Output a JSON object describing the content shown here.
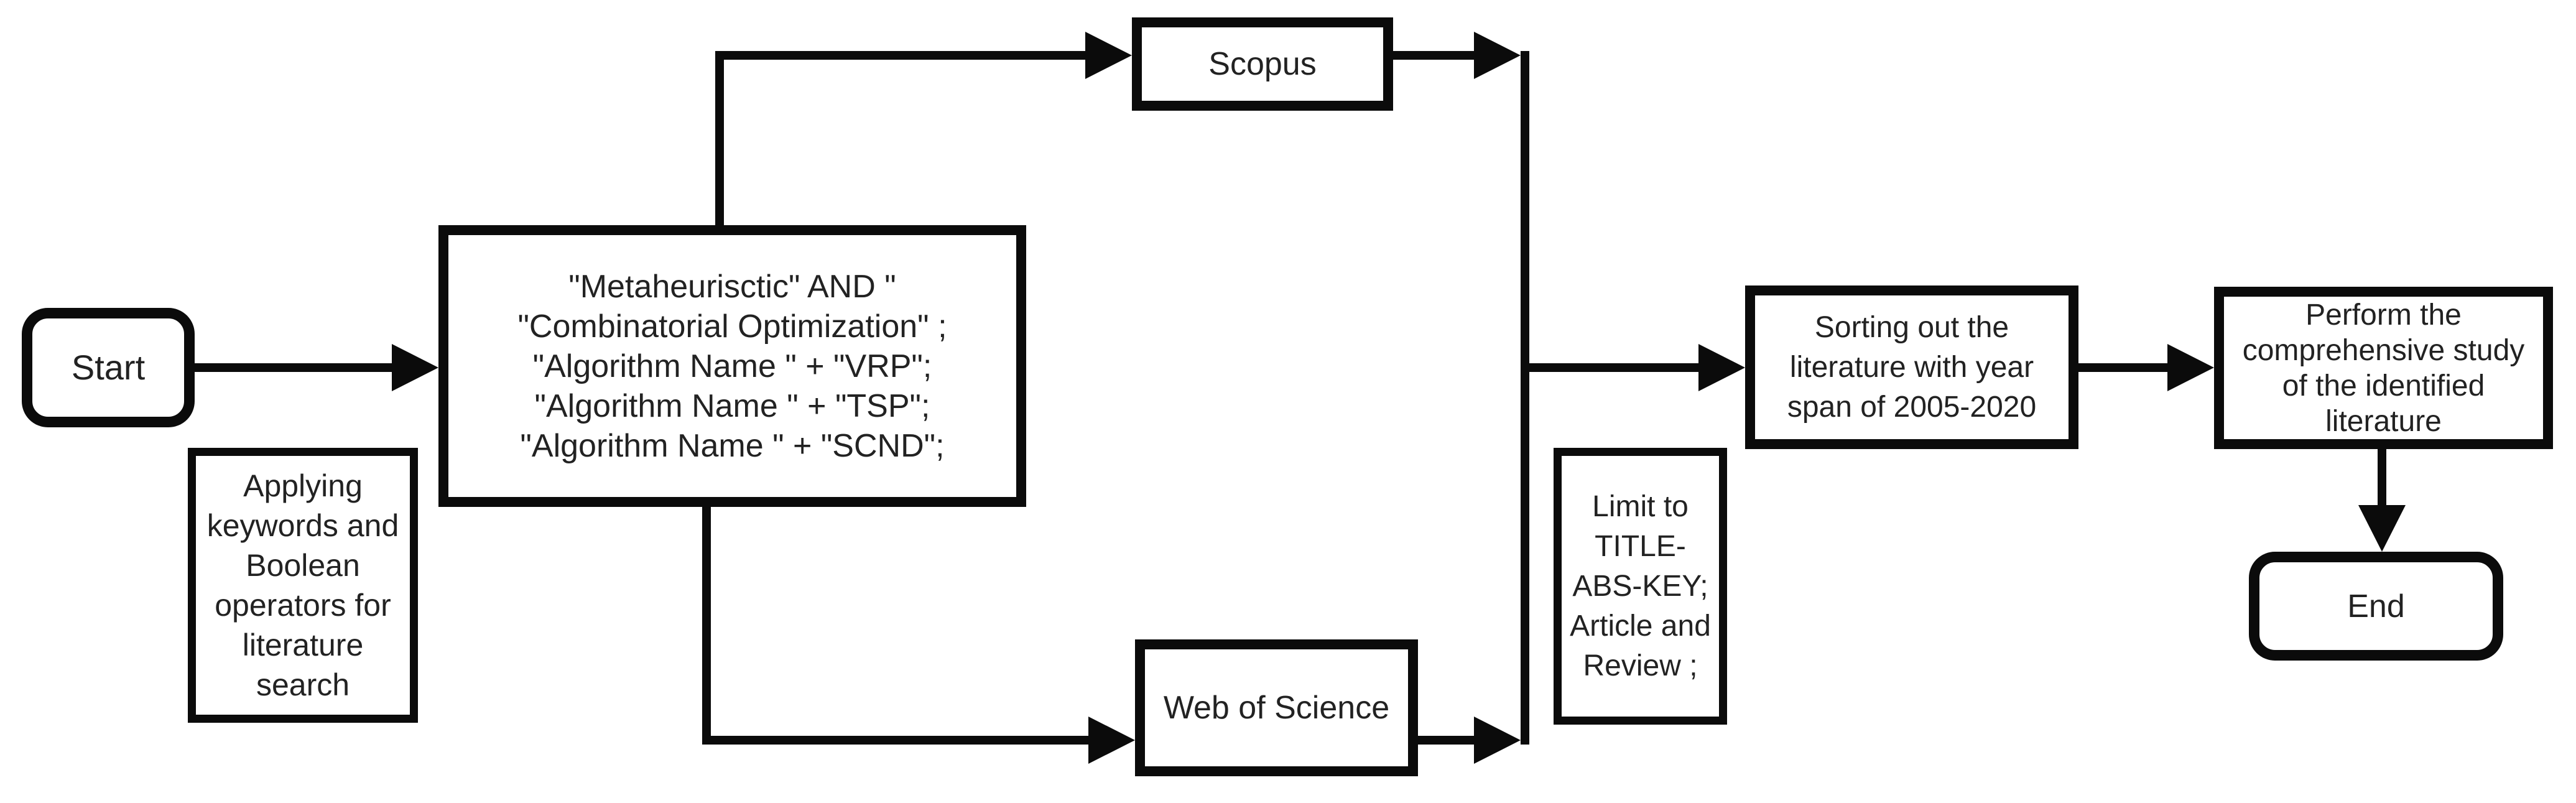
{
  "flowchart": {
    "nodes": {
      "start": "Start",
      "applying_note": "Applying\nkeywords and\nBoolean\noperators for\nliterature\nsearch",
      "search_query": "\"Metaheurisctic\" AND \"\n\"Combinatorial Optimization\" ;\n\"Algorithm Name \" + \"VRP\";\n\"Algorithm Name \" + \"TSP\";\n\"Algorithm Name \" + \"SCND\";",
      "scopus": "Scopus",
      "web_of_science": "Web of Science",
      "limit_note": "Limit to\nTITLE-\nABS-KEY;\nArticle and\nReview ;",
      "sorting": "Sorting out the\nliterature with year\nspan of 2005-2020",
      "perform": "Perform the\ncomprehensive study\nof the identified\nliterature",
      "end": "End"
    },
    "colors": {
      "line": "#0b0b0b",
      "text": "#222222",
      "node_bg": "#ffffff",
      "canvas_bg": "#ffffff"
    }
  }
}
